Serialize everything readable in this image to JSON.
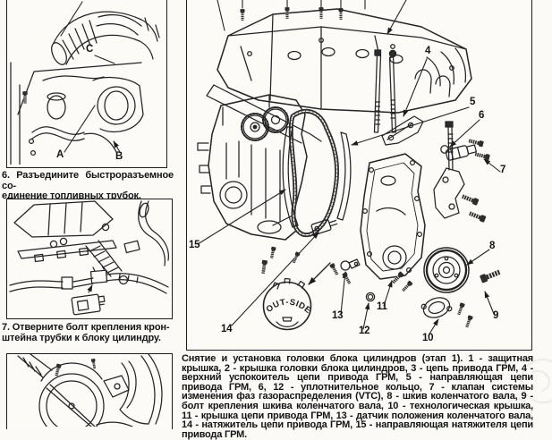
{
  "steps": {
    "step6": "6. Разъедините быстроразъемное со-\nединение топливных трубок.",
    "step7": "7. Отверните болт крепления крон-\nштейна трубки к блоку цилиндру."
  },
  "figure_labels": {
    "a": "A",
    "b": "B",
    "c": "C"
  },
  "diagram": {
    "outside_text": "OUT-SIDE",
    "callouts": [
      {
        "label": "4"
      },
      {
        "label": "5"
      },
      {
        "label": "6"
      },
      {
        "label": "7"
      },
      {
        "label": "8"
      },
      {
        "label": "9"
      },
      {
        "label": "10"
      },
      {
        "label": "11"
      },
      {
        "label": "12"
      },
      {
        "label": "13"
      },
      {
        "label": "14"
      },
      {
        "label": "15"
      }
    ]
  },
  "caption": "Снятие и установка головки блока цилиндров (этап 1). 1 - защитная крышка, 2 - крышка головки блока цилиндров, 3 - цепь привода ГРМ, 4 - верхний успокоитель цепи привода ГРМ, 5 - направляющая цепи привода ГРМ, 6, 12 - уплотнительное кольцо, 7 - клапан системы изменения фаз газораспределения (VTC), 8 - шкив коленчатого вала, 9 - болт крепления шкива коленчатого вала, 10 - технологическая крышка, 11 - крышка цепи привода ГРМ, 13 - датчик положения коленчатого вала, 14 - натяжитель цепи привода ГРМ, 15 - направляющая натяжителя цепи привода ГРМ."
}
